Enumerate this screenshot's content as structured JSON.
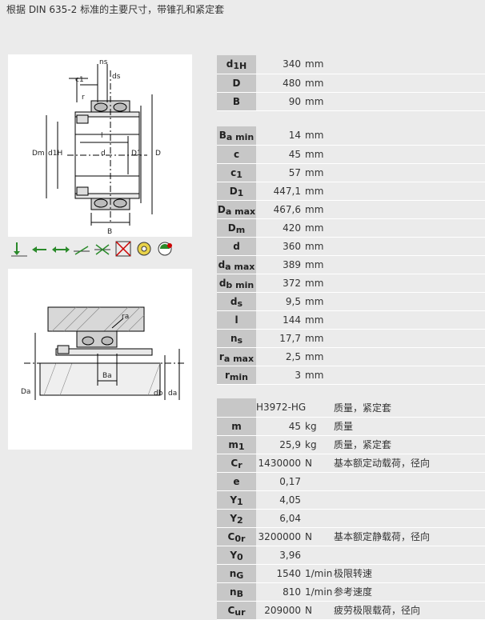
{
  "title": "根据 DIN 635-2 标准的主要尺寸，带锥孔和紧定套",
  "drawing1_labels": {
    "ns": "ns",
    "c1": "c1",
    "ds": "ds",
    "r": "r",
    "Dm": "Dm",
    "d1H": "d1H",
    "d": "d",
    "l": "l",
    "D1": "D1",
    "D": "D",
    "B": "B"
  },
  "drawing2_labels": {
    "ra": "ra",
    "Ba": "Ba",
    "Da": "Da",
    "db": "db",
    "da": "da"
  },
  "icons": [
    "radial-load-icon",
    "axial-load-left-icon",
    "axial-load-both-icon",
    "angle-misalignment-icon",
    "angle-misalignment-2-icon",
    "non-separable-icon",
    "lubrication-icon",
    "seal-icon"
  ],
  "table1": [
    {
      "sym": "d",
      "sub": "1H",
      "val": "340",
      "unit": "mm"
    },
    {
      "sym": "D",
      "sub": "",
      "val": "480",
      "unit": "mm"
    },
    {
      "sym": "B",
      "sub": "",
      "val": "90",
      "unit": "mm"
    }
  ],
  "table2": [
    {
      "sym": "B",
      "sub": "a min",
      "val": "14",
      "unit": "mm"
    },
    {
      "sym": "c",
      "sub": "",
      "val": "45",
      "unit": "mm"
    },
    {
      "sym": "c",
      "sub": "1",
      "val": "57",
      "unit": "mm"
    },
    {
      "sym": "D",
      "sub": "1",
      "val": "447,1",
      "unit": "mm"
    },
    {
      "sym": "D",
      "sub": "a max",
      "val": "467,6",
      "unit": "mm"
    },
    {
      "sym": "D",
      "sub": "m",
      "val": "420",
      "unit": "mm"
    },
    {
      "sym": "d",
      "sub": "",
      "val": "360",
      "unit": "mm"
    },
    {
      "sym": "d",
      "sub": "a max",
      "val": "389",
      "unit": "mm"
    },
    {
      "sym": "d",
      "sub": "b min",
      "val": "372",
      "unit": "mm"
    },
    {
      "sym": "d",
      "sub": "s",
      "val": "9,5",
      "unit": "mm"
    },
    {
      "sym": "l",
      "sub": "",
      "val": "144",
      "unit": "mm"
    },
    {
      "sym": "n",
      "sub": "s",
      "val": "17,7",
      "unit": "mm"
    },
    {
      "sym": "r",
      "sub": "a max",
      "val": "2,5",
      "unit": "mm"
    },
    {
      "sym": "r",
      "sub": "min",
      "val": "3",
      "unit": "mm"
    }
  ],
  "table3": [
    {
      "sym": "",
      "sub": "",
      "val": "H3972-HG",
      "unit": "",
      "desc": "质量，紧定套"
    },
    {
      "sym": "m",
      "sub": "",
      "val": "45",
      "unit": "kg",
      "desc": "质量"
    },
    {
      "sym": "m",
      "sub": "1",
      "val": "25,9",
      "unit": "kg",
      "desc": "质量，紧定套"
    },
    {
      "sym": "C",
      "sub": "r",
      "val": "1430000",
      "unit": "N",
      "desc": "基本额定动载荷，径向"
    },
    {
      "sym": "e",
      "sub": "",
      "val": "0,17",
      "unit": "",
      "desc": ""
    },
    {
      "sym": "Y",
      "sub": "1",
      "val": "4,05",
      "unit": "",
      "desc": ""
    },
    {
      "sym": "Y",
      "sub": "2",
      "val": "6,04",
      "unit": "",
      "desc": ""
    },
    {
      "sym": "C",
      "sub": "0r",
      "val": "3200000",
      "unit": "N",
      "desc": "基本额定静载荷，径向"
    },
    {
      "sym": "Y",
      "sub": "0",
      "val": "3,96",
      "unit": "",
      "desc": ""
    },
    {
      "sym": "n",
      "sub": "G",
      "val": "1540",
      "unit": "1/min",
      "desc": "极限转速"
    },
    {
      "sym": "n",
      "sub": "B",
      "val": "810",
      "unit": "1/min",
      "desc": "参考速度"
    },
    {
      "sym": "C",
      "sub": "ur",
      "val": "209000",
      "unit": "N",
      "desc": "疲劳极限载荷，径向"
    }
  ]
}
